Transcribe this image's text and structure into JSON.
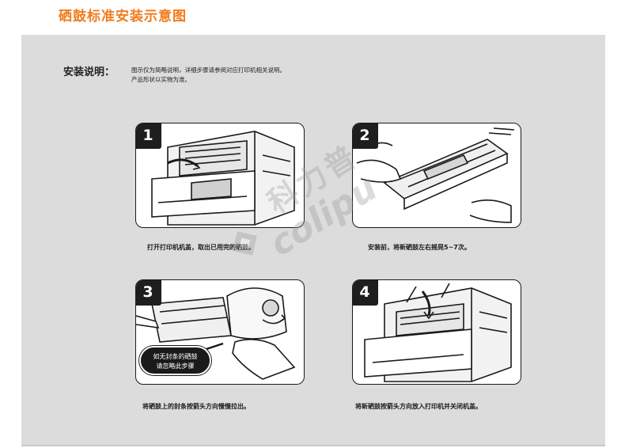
{
  "title": "硒鼓标准安装示意图",
  "intro": {
    "heading": "安装说明：",
    "line1": "图示仅为简略说明，详细步骤请参阅对应打印机相关说明。",
    "line2": "产品形状以实物为准。"
  },
  "steps": [
    {
      "number": "1",
      "caption": "打开打印机机盖，取出已用完的硒鼓。"
    },
    {
      "number": "2",
      "caption": "安装前，将新硒鼓左右摇晃5~7次。"
    },
    {
      "number": "3",
      "caption": "将硒鼓上的封条按箭头方向慢慢拉出。"
    },
    {
      "number": "4",
      "caption": "将新硒鼓按箭头方向放入打印机并关闭机盖。"
    }
  ],
  "note": {
    "line1": "如无封条的硒鼓",
    "line2": "请忽略此步骤"
  },
  "watermark": {
    "cn": "科力普",
    "en": "colipu"
  },
  "colors": {
    "title": "#f07c1e",
    "panel": "#dcdcdc",
    "frame": "#1a1a1a"
  }
}
